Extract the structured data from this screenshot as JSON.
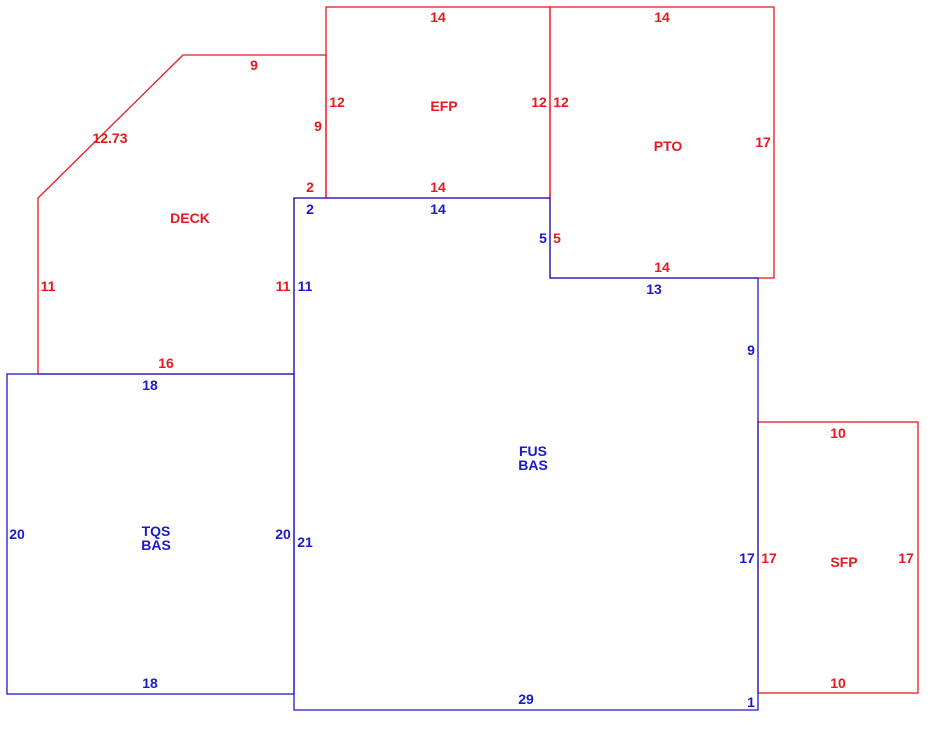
{
  "colors": {
    "red": "#e8191e",
    "blue": "#1a1ac8"
  },
  "areas": {
    "deck": {
      "name": "DECK",
      "dims": {
        "top": "9",
        "diagonal": "12.73",
        "left": "11",
        "bottom": "16",
        "right_lower": "11",
        "right_step": "2",
        "right_upper": "9"
      }
    },
    "efp": {
      "name": "EFP",
      "dims": {
        "top": "14",
        "left": "12",
        "right": "12",
        "bottom": "14"
      }
    },
    "pto": {
      "name": "PTO",
      "dims": {
        "top": "14",
        "left": "12",
        "right": "17",
        "bottom": "14",
        "left_lower": "5"
      }
    },
    "sfp": {
      "name": "SFP",
      "dims": {
        "top": "10",
        "left": "17",
        "right": "17",
        "bottom": "10"
      }
    },
    "fus": {
      "name1": "FUS",
      "name2": "BAS",
      "dims": {
        "top_step": "2",
        "top": "14",
        "notch_left": "5",
        "notch_top": "13",
        "right_upper": "9",
        "right_lower": "17",
        "bottom": "29",
        "bottom_right": "1",
        "left_lower": "21",
        "left_upper": "11"
      }
    },
    "tqs": {
      "name1": "TQS",
      "name2": "BAS",
      "dims": {
        "top": "18",
        "left": "20",
        "right": "20",
        "bottom": "18"
      }
    }
  }
}
